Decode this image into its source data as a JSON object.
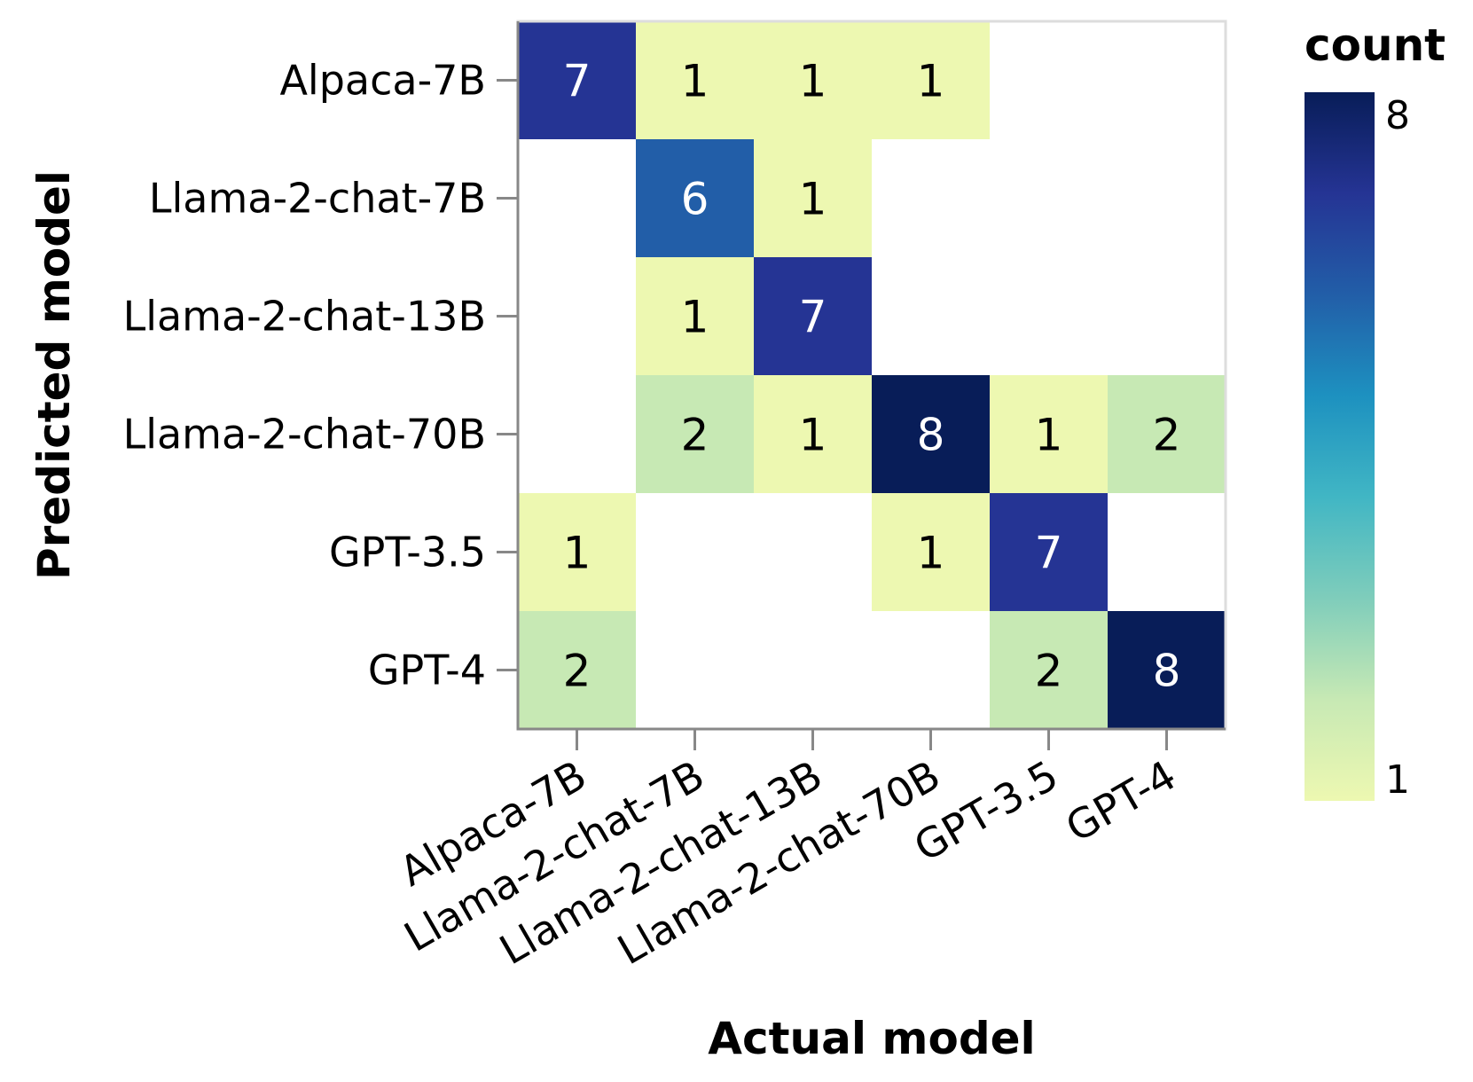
{
  "chart_data": {
    "type": "heatmap",
    "title": "",
    "xlabel": "Actual model",
    "ylabel": "Predicted model",
    "x_categories": [
      "Alpaca-7B",
      "Llama-2-chat-7B",
      "Llama-2-chat-13B",
      "Llama-2-chat-70B",
      "GPT-3.5",
      "GPT-4"
    ],
    "y_categories": [
      "Alpaca-7B",
      "Llama-2-chat-7B",
      "Llama-2-chat-13B",
      "Llama-2-chat-70B",
      "GPT-3.5",
      "GPT-4"
    ],
    "cells": [
      {
        "x": "Alpaca-7B",
        "y": "Alpaca-7B",
        "value": 7
      },
      {
        "x": "Llama-2-chat-7B",
        "y": "Alpaca-7B",
        "value": 1
      },
      {
        "x": "Llama-2-chat-13B",
        "y": "Alpaca-7B",
        "value": 1
      },
      {
        "x": "Llama-2-chat-70B",
        "y": "Alpaca-7B",
        "value": 1
      },
      {
        "x": "Llama-2-chat-7B",
        "y": "Llama-2-chat-7B",
        "value": 6
      },
      {
        "x": "Llama-2-chat-13B",
        "y": "Llama-2-chat-7B",
        "value": 1
      },
      {
        "x": "Llama-2-chat-7B",
        "y": "Llama-2-chat-13B",
        "value": 1
      },
      {
        "x": "Llama-2-chat-13B",
        "y": "Llama-2-chat-13B",
        "value": 7
      },
      {
        "x": "Llama-2-chat-7B",
        "y": "Llama-2-chat-70B",
        "value": 2
      },
      {
        "x": "Llama-2-chat-13B",
        "y": "Llama-2-chat-70B",
        "value": 1
      },
      {
        "x": "Llama-2-chat-70B",
        "y": "Llama-2-chat-70B",
        "value": 8
      },
      {
        "x": "GPT-3.5",
        "y": "Llama-2-chat-70B",
        "value": 1
      },
      {
        "x": "GPT-4",
        "y": "Llama-2-chat-70B",
        "value": 2
      },
      {
        "x": "Alpaca-7B",
        "y": "GPT-3.5",
        "value": 1
      },
      {
        "x": "Llama-2-chat-70B",
        "y": "GPT-3.5",
        "value": 1
      },
      {
        "x": "GPT-3.5",
        "y": "GPT-3.5",
        "value": 7
      },
      {
        "x": "Alpaca-7B",
        "y": "GPT-4",
        "value": 2
      },
      {
        "x": "GPT-3.5",
        "y": "GPT-4",
        "value": 2
      },
      {
        "x": "GPT-4",
        "y": "GPT-4",
        "value": 8
      }
    ],
    "colorbar": {
      "title": "count",
      "min": 1,
      "max": 8,
      "tick_labels": [
        "8",
        "1"
      ],
      "colors": [
        "#edf8b1",
        "#c7e9b4",
        "#7fcdbb",
        "#41b6c4",
        "#1d91c0",
        "#225ea8",
        "#253494",
        "#081d58"
      ]
    },
    "label_colors": {
      "dark": "#000000",
      "light": "#ffffff"
    },
    "legend": "right"
  }
}
